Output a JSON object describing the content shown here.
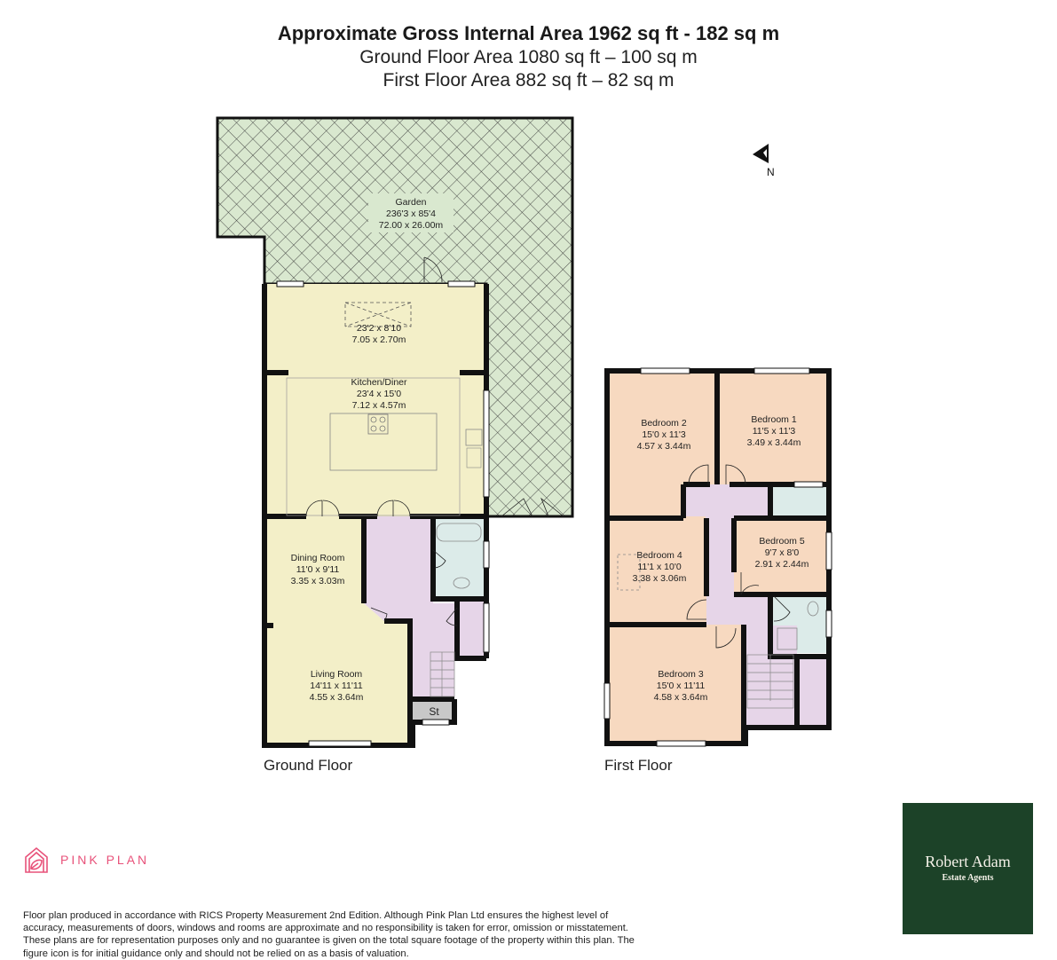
{
  "header": {
    "title": "Approximate Gross Internal Area 1962 sq ft - 182 sq m",
    "ground_floor_area": "Ground Floor Area 1080 sq ft – 100 sq m",
    "first_floor_area": "First Floor Area 882 sq ft – 82 sq m"
  },
  "compass": {
    "label": "N",
    "icon": "north-arrow-icon"
  },
  "ground_floor": {
    "label": "Ground Floor",
    "rooms": {
      "garden": {
        "name": "Garden",
        "imperial": "236'3 x 85'4",
        "metric": "72.00 x 26.00m"
      },
      "kitchen_extension": {
        "imperial": "23'2 x 8'10",
        "metric": "7.05 x 2.70m"
      },
      "kitchen": {
        "name": "Kitchen/Diner",
        "imperial": "23'4 x 15'0",
        "metric": "7.12 x 4.57m"
      },
      "dining": {
        "name": "Dining Room",
        "imperial": "11'0 x 9'11",
        "metric": "3.35 x 3.03m"
      },
      "living": {
        "name": "Living Room",
        "imperial": "14'11 x 11'11",
        "metric": "4.55 x 3.64m"
      },
      "store": {
        "name": "St"
      }
    }
  },
  "first_floor": {
    "label": "First Floor",
    "rooms": {
      "bedroom2": {
        "name": "Bedroom 2",
        "imperial": "15'0 x 11'3",
        "metric": "4.57 x 3.44m"
      },
      "bedroom1": {
        "name": "Bedroom 1",
        "imperial": "11'5 x 11'3",
        "metric": "3.49 x 3.44m"
      },
      "bedroom4": {
        "name": "Bedroom 4",
        "imperial": "11'1 x 10'0",
        "metric": "3.38 x 3.06m"
      },
      "bedroom5": {
        "name": "Bedroom 5",
        "imperial": "9'7 x 8'0",
        "metric": "2.91 x 2.44m"
      },
      "bedroom3": {
        "name": "Bedroom 3",
        "imperial": "15'0 x 11'11",
        "metric": "4.58 x 3.64m"
      }
    }
  },
  "colors": {
    "living": "#f3efc8",
    "hall": "#e6d5e8",
    "bath": "#dcebe9",
    "bedroom": "#f7d9c0",
    "garden": "#d9e8cf",
    "store": "#c8c8c8",
    "wall": "#111111",
    "pink_brand": "#e8527a",
    "agent_green": "#1c4228"
  },
  "footer": {
    "brand": "PINK PLAN",
    "disclaimer": "Floor plan produced in accordance with RICS Property Measurement 2nd Edition. Although Pink Plan Ltd ensures the highest level of accuracy, measurements of doors, windows and rooms are approximate and no responsibility is taken for error, omission or misstatement. These plans are for representation purposes only and no guarantee is given on the total square footage of the property within this plan. The figure icon is for initial guidance only and should not be relied on as a basis of valuation.",
    "agent_name": "Robert  Adam",
    "agent_sub": "Estate Agents"
  }
}
